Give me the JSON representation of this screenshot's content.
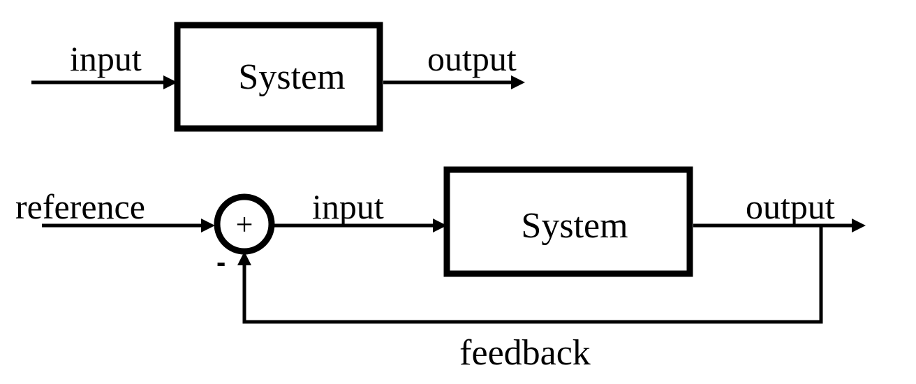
{
  "open_loop": {
    "input_label": "input",
    "block_label": "System",
    "output_label": "output"
  },
  "closed_loop": {
    "reference_label": "reference",
    "summing_sign": "+",
    "feedback_sign": "-",
    "input_label": "input",
    "block_label": "System",
    "output_label": "output",
    "feedback_label": "feedback"
  }
}
